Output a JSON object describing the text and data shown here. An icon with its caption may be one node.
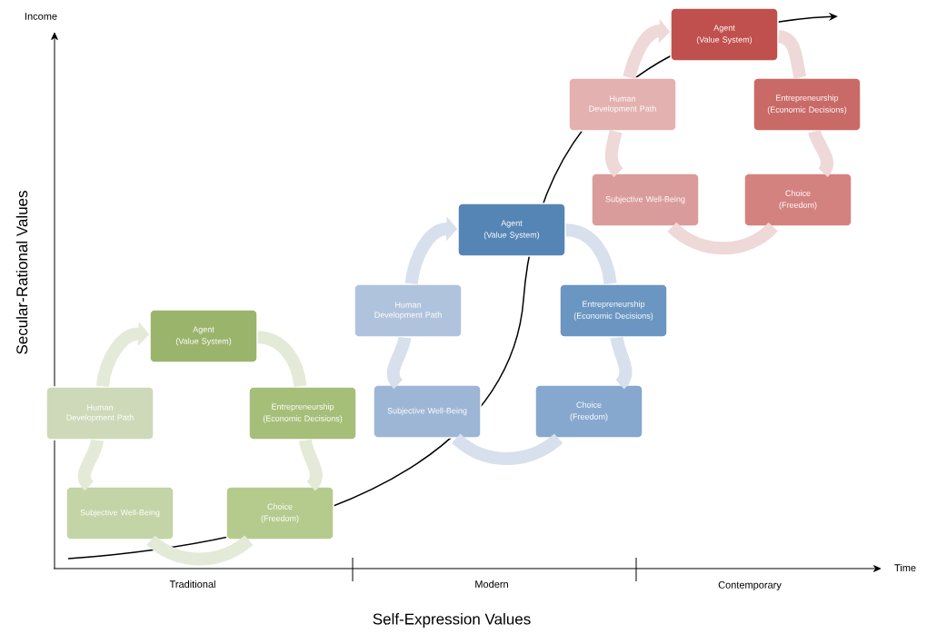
{
  "diagram": {
    "nodes": [
      {
        "text": [
          "Agent",
          "(Value System)"
        ]
      },
      {
        "text": [
          "Entrepreneurship",
          "(Economic Decisions)"
        ]
      },
      {
        "text": [
          "Choice",
          "(Freedom)"
        ]
      },
      {
        "text": [
          "Subjective Well-Being"
        ]
      },
      {
        "text": [
          "Human Development Path"
        ]
      },
      {
        "text": [
          "Agent",
          "(Value System)"
        ]
      },
      {
        "text": [
          "Entrepreneurship",
          "(Economic Decisions)"
        ]
      },
      {
        "text": [
          "Choice",
          "(Freedom)"
        ]
      },
      {
        "text": [
          "Subjective Well-Being"
        ]
      },
      {
        "text": [
          "Human Development Path"
        ]
      },
      {
        "text": [
          "Agent",
          "(Value System)"
        ]
      },
      {
        "text": [
          "Entrepreneurship",
          "(Economic Decisions)"
        ]
      },
      {
        "text": [
          "Choice",
          "(Freedom)"
        ]
      },
      {
        "text": [
          "Subjective Well-Being"
        ]
      },
      {
        "text": [
          "Human Development Path"
        ]
      }
    ],
    "edges": [
      {
        "from": 0,
        "to": 1,
        "arrow": "none"
      },
      {
        "from": 1,
        "to": 2,
        "arrow": "none"
      },
      {
        "from": 2,
        "to": 3,
        "arrow": "none"
      },
      {
        "from": 3,
        "to": 4,
        "arrow": "none"
      },
      {
        "from": 4,
        "to": 0,
        "arrow": "to"
      },
      {
        "from": 5,
        "to": 6,
        "arrow": "none"
      },
      {
        "from": 6,
        "to": 7,
        "arrow": "none"
      },
      {
        "from": 7,
        "to": 8,
        "arrow": "none"
      },
      {
        "from": 8,
        "to": 9,
        "arrow": "none"
      },
      {
        "from": 9,
        "to": 5,
        "arrow": "to"
      },
      {
        "from": 10,
        "to": 11,
        "arrow": "none"
      },
      {
        "from": 11,
        "to": 12,
        "arrow": "none"
      },
      {
        "from": 12,
        "to": 13,
        "arrow": "none"
      },
      {
        "from": 13,
        "to": 14,
        "arrow": "none"
      },
      {
        "from": 14,
        "to": 10,
        "arrow": "to"
      }
    ],
    "labels": [
      "Income",
      "Secular-Rational Values",
      "Time",
      "Traditional",
      "Modern",
      "Contemporary",
      "Self-Expression Values"
    ]
  }
}
